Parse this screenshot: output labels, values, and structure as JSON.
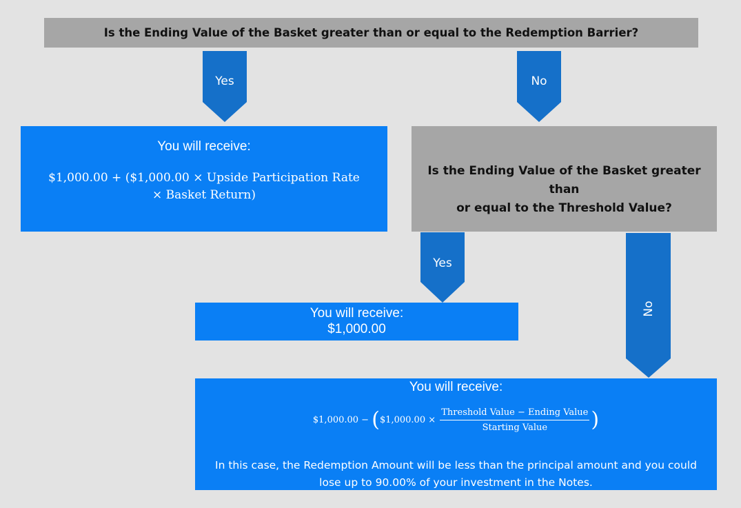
{
  "colors": {
    "background": "#e3e3e3",
    "question_box": "#a6a6a6",
    "outcome_box": "#0a7ff5",
    "arrow": "#1570c9"
  },
  "question1": "Is the Ending Value of the Basket greater than or equal to the Redemption Barrier?",
  "arrows": {
    "q1_yes": "Yes",
    "q1_no": "No",
    "q2_yes": "Yes",
    "q2_no": "No"
  },
  "outcome_upside": {
    "heading": "You will receive:",
    "formula_line1": "$1,000.00 + ($1,000.00 × Upside Participation Rate",
    "formula_line2": "× Basket Return)"
  },
  "question2": {
    "line1": "Is the Ending Value of the Basket greater than",
    "line2": "or equal to the Threshold Value?"
  },
  "outcome_par": {
    "heading": "You will receive:",
    "amount": "$1,000.00"
  },
  "outcome_loss": {
    "heading": "You will receive:",
    "formula_prefix": "$1,000.00 −",
    "formula_inner": "$1,000.00 ×",
    "numerator": "Threshold Value − Ending Value",
    "denominator": "Starting Value",
    "note_line1": "In this case, the Redemption Amount will be less than the principal amount and you could",
    "note_line2": "lose up to 90.00% of your investment in the Notes."
  }
}
